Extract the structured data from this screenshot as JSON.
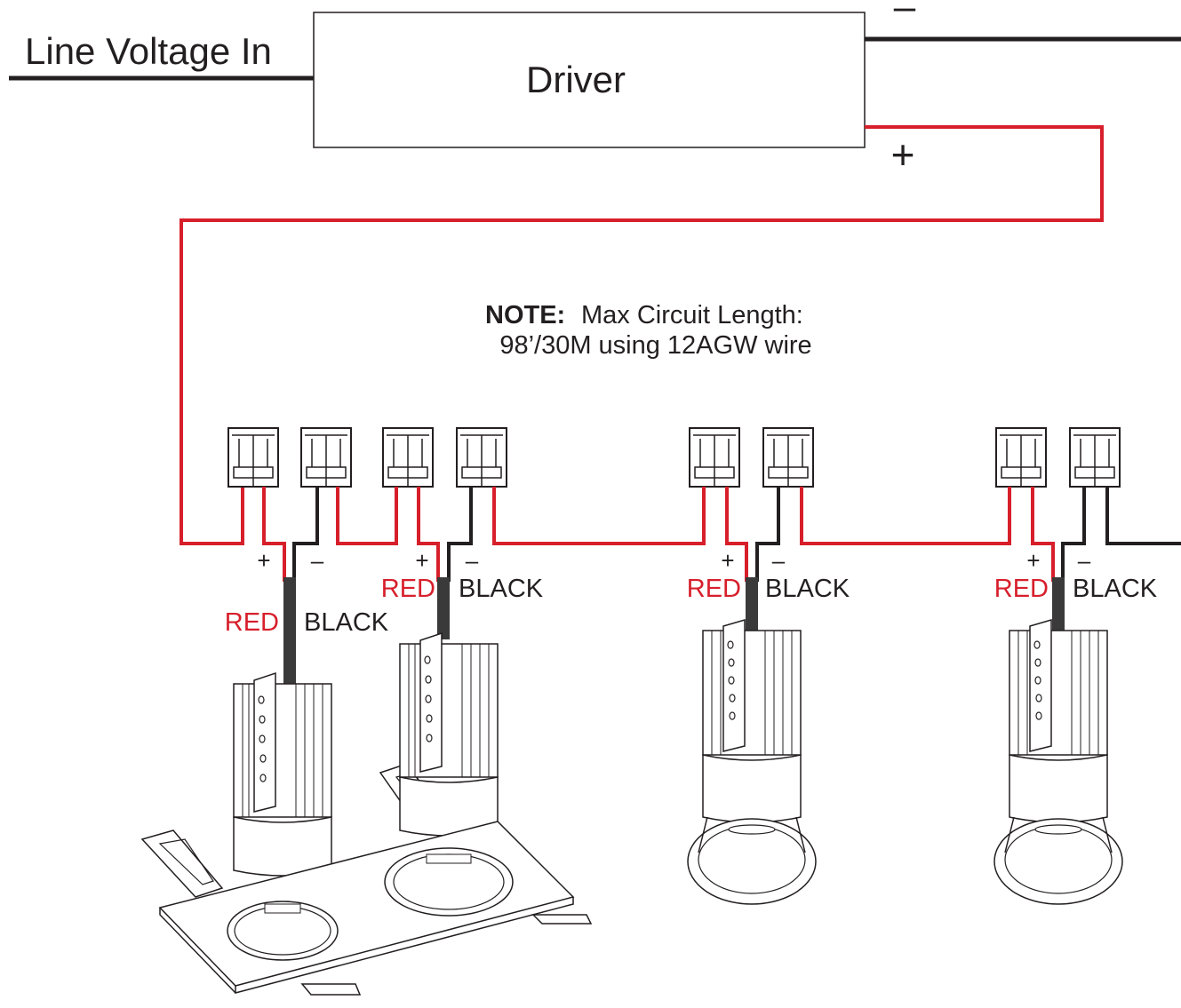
{
  "driver": {
    "input_label": "Line Voltage In",
    "title": "Driver",
    "negative_sign": "–",
    "positive_sign": "+"
  },
  "note": {
    "prefix": "NOTE:",
    "line1": "Max Circuit Length:",
    "line2": "98’/30M using 12AGW wire"
  },
  "wires": {
    "plus": "+",
    "minus": "–",
    "red": "RED",
    "black": "BLACK"
  },
  "colors": {
    "red_wire": "#d71f2b",
    "black_wire": "#231f20",
    "connector": "#231f20"
  },
  "fixtures": [
    {
      "name": "fixture-double-left",
      "type": "dual-square-trim"
    },
    {
      "name": "fixture-double-right",
      "type": "dual-square-trim"
    },
    {
      "name": "fixture-round-1",
      "type": "round-trim"
    },
    {
      "name": "fixture-round-2",
      "type": "round-trim"
    }
  ]
}
